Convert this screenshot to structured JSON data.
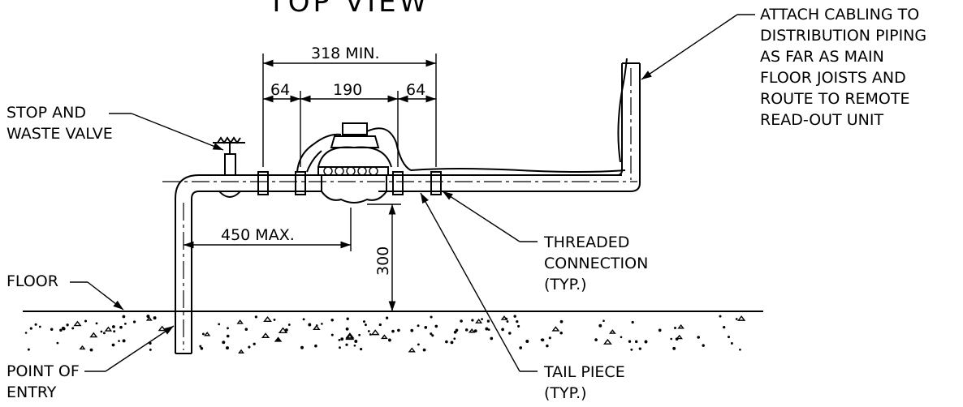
{
  "title": "TOP VIEW",
  "dimensions": {
    "overall": "318 MIN.",
    "left_gap": "64",
    "meter": "190",
    "right_gap": "64",
    "valve_offset": "450 MAX.",
    "height": "300"
  },
  "labels": {
    "stop_valve": [
      "STOP AND",
      "WASTE VALVE"
    ],
    "floor": "FLOOR",
    "point_of_entry": [
      "POINT OF",
      "ENTRY"
    ],
    "threaded_connection": [
      "THREADED",
      "CONNECTION",
      "(TYP.)"
    ],
    "tail_piece": [
      "TAIL PIECE",
      "(TYP.)"
    ],
    "cabling_note": [
      "ATTACH CABLING TO",
      "DISTRIBUTION PIPING",
      "AS FAR AS MAIN",
      "FLOOR JOISTS AND",
      "ROUTE TO REMOTE",
      "READ-OUT UNIT"
    ]
  }
}
